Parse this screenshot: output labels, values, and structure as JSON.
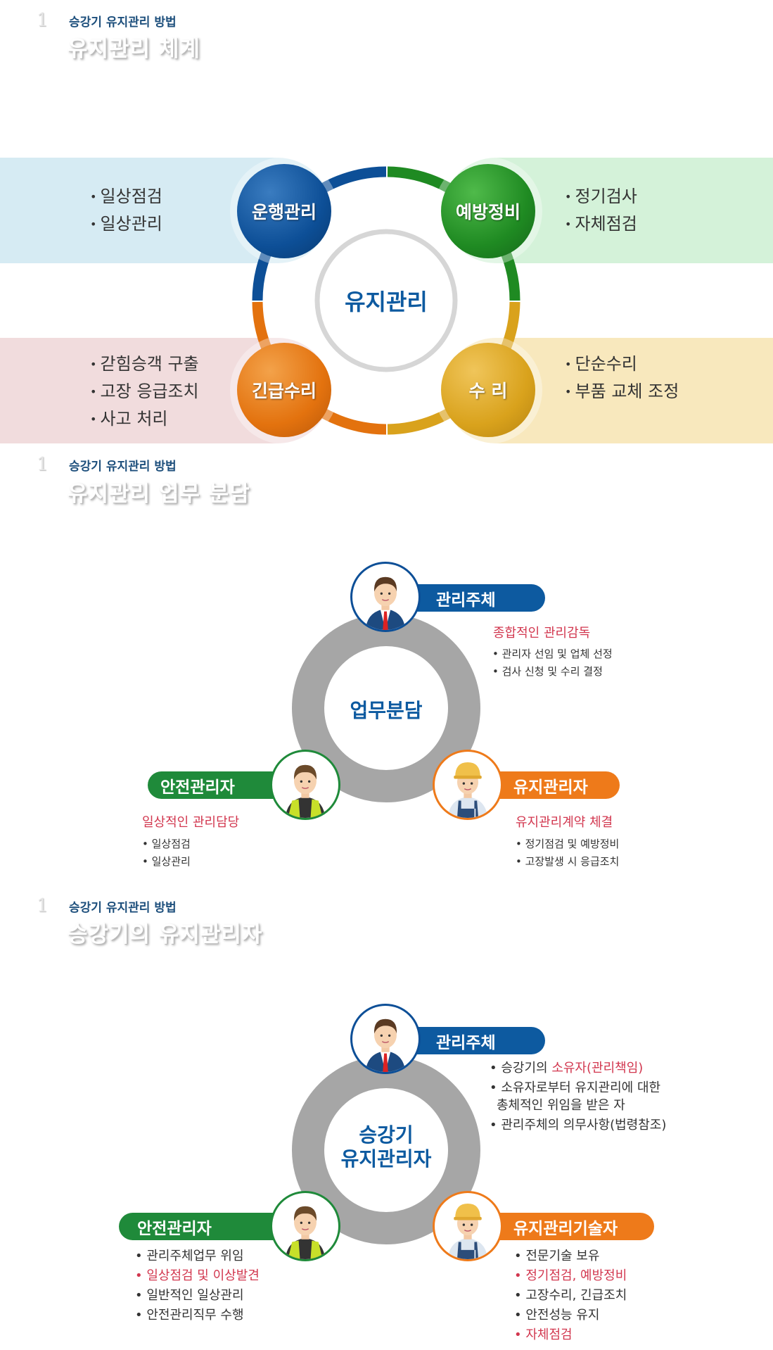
{
  "sections": [
    {
      "num": "1",
      "subtitle": "승강기 유지관리 방법",
      "title": "유지관리 체계"
    },
    {
      "num": "1",
      "subtitle": "승강기 유지관리 방법",
      "title": "유지관리 업무 분담"
    },
    {
      "num": "1",
      "subtitle": "승강기 유지관리 방법",
      "title": "승강기의 유지관리자"
    }
  ],
  "system": {
    "center": "유지관리",
    "nodes": [
      {
        "label": "운행관리",
        "color": "#0d4f97",
        "items": [
          "일상점검",
          "일상관리"
        ]
      },
      {
        "label": "예방정비",
        "color": "#1f8a22",
        "items": [
          "정기검사",
          "자체점검"
        ]
      },
      {
        "label": "긴급수리",
        "color": "#e3720e",
        "items": [
          "갇힘승객 구출",
          "고장 응급조치",
          "사고 처리"
        ]
      },
      {
        "label": "수 리",
        "color": "#d9a21c",
        "items": [
          "단순수리",
          "부품 교체 조정"
        ]
      }
    ]
  },
  "division": {
    "center": "업무분담",
    "owner": {
      "label": "관리주체",
      "role": "종합적인 관리감독",
      "items": [
        "관리자 선임 및 업체 선정",
        "검사 신청 및 수리 결정"
      ]
    },
    "safety": {
      "label": "안전관리자",
      "role": "일상적인 관리담당",
      "items": [
        "일상점검",
        "일상관리"
      ]
    },
    "maint": {
      "label": "유지관리자",
      "role": "유지관리계약 체결",
      "items": [
        "정기점검 및 예방정비",
        "고장발생 시 응급조치"
      ]
    }
  },
  "managers": {
    "center_line1": "승강기",
    "center_line2": "유지관리자",
    "owner": {
      "label": "관리주체",
      "items": [
        {
          "a": "승강기의 ",
          "b": "소유자(관리책임)"
        },
        {
          "a": "소유자로부터 유지관리에 대한"
        },
        {
          "a": "총체적인 위임을 받은 자"
        },
        {
          "a": "관리주체의 의무사항(법령참조)"
        }
      ]
    },
    "safety": {
      "label": "안전관리자",
      "items": [
        "관리주체업무 위임",
        "일상점검 및 이상발견",
        "일반적인 일상관리",
        "안전관리직무 수행"
      ]
    },
    "maint": {
      "label": "유지관리기술자",
      "items": [
        "전문기술 보유",
        "정기점검, 예방정비",
        "고장수리, 긴급조치",
        "안전성능 유지",
        "자체점검"
      ]
    }
  }
}
